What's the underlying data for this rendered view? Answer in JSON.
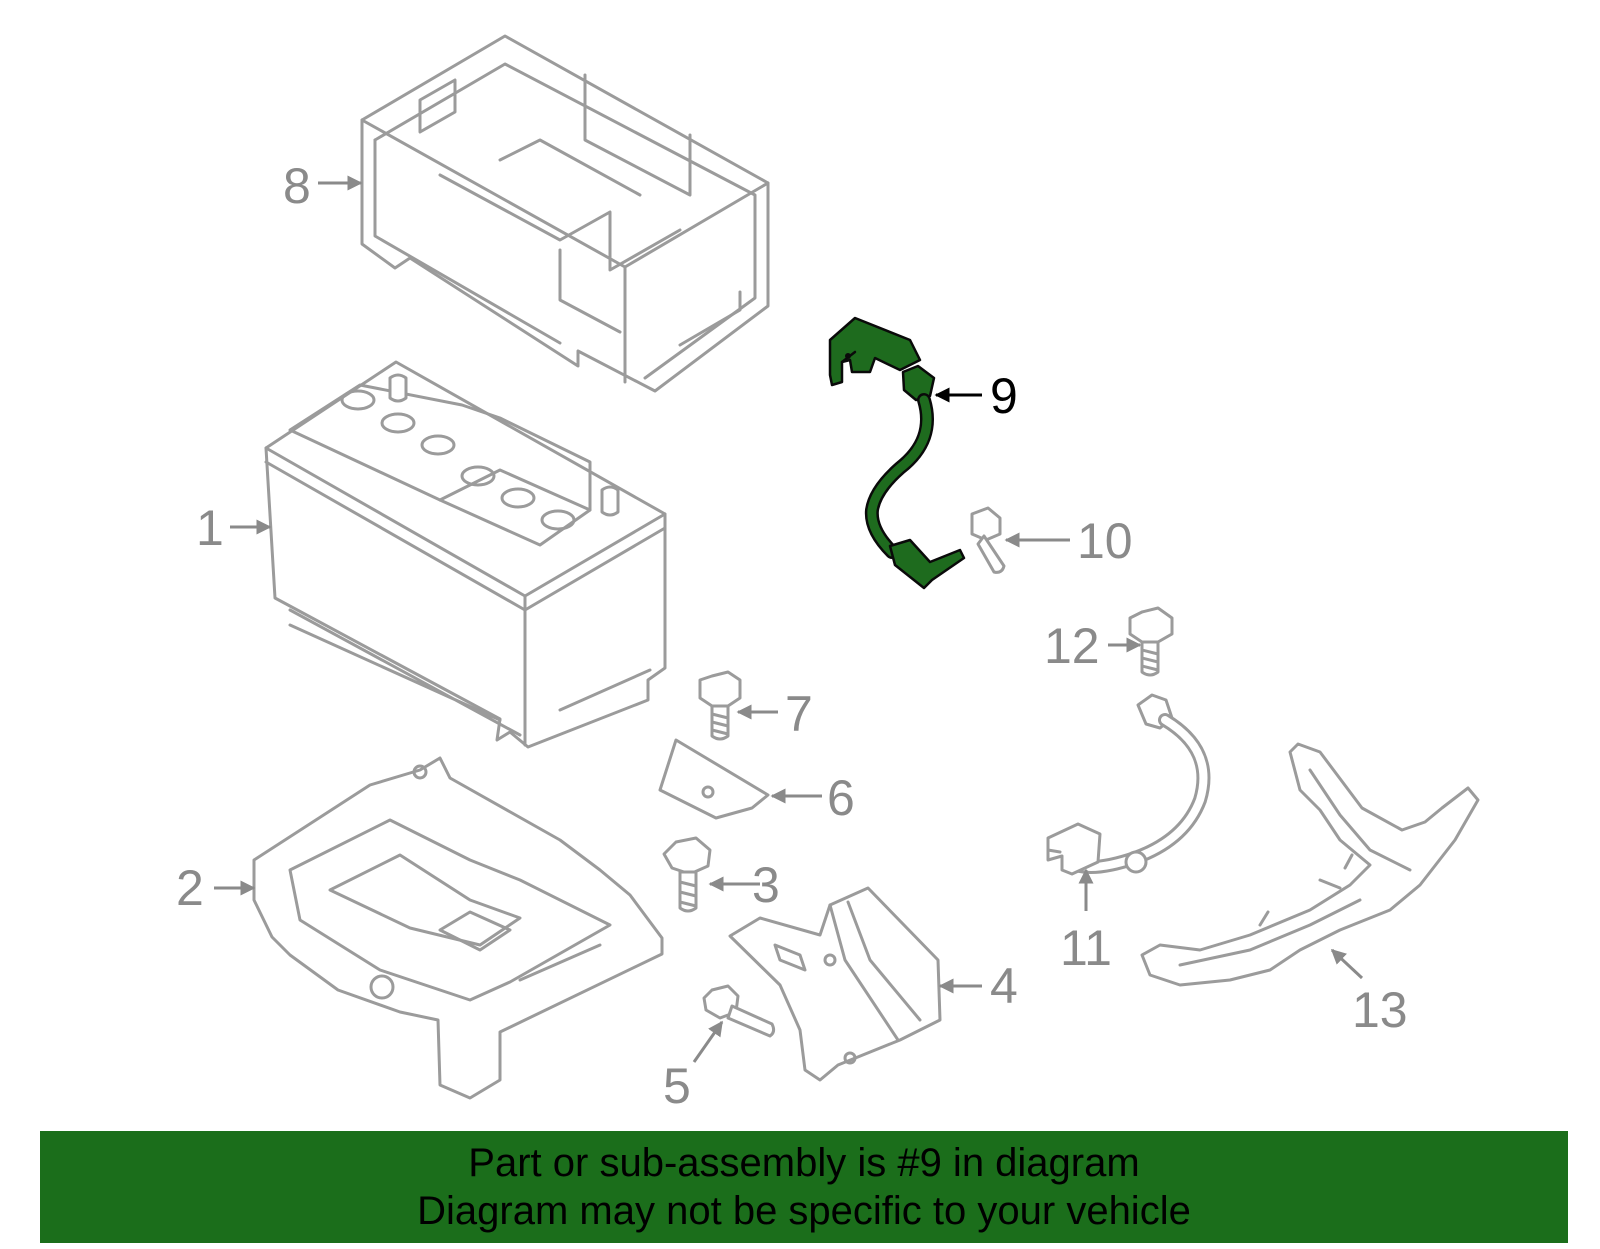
{
  "diagram": {
    "callouts": [
      "1",
      "2",
      "3",
      "4",
      "5",
      "6",
      "7",
      "8",
      "9",
      "10",
      "11",
      "12",
      "13"
    ],
    "highlighted_part": "9",
    "colors": {
      "part_outline": "#9b9b9b",
      "callout_text": "#8a8a8a",
      "highlight_fill": "#1e6b1e",
      "highlight_text": "#000000"
    }
  },
  "banner": {
    "line1": "Part or sub-assembly is #9 in diagram",
    "line2": "Diagram may not be specific to your vehicle",
    "background": "#1b6e1b"
  }
}
